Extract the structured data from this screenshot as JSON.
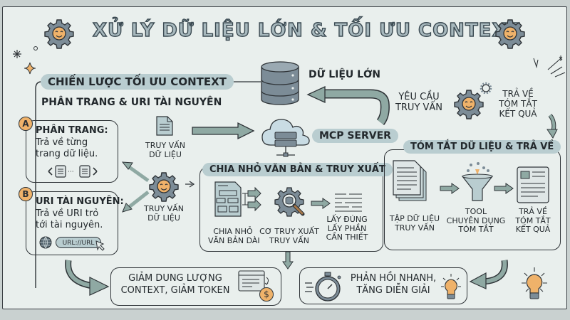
{
  "title": "XỬ LÝ DỮ LIỆU LỚN & TỐI ƯU CONTEXT",
  "colors": {
    "background": "#e9efed",
    "accent_teal": "#8fa9a3",
    "pill": "#b9cdd0",
    "gear": "#7c8c97",
    "face": "#efb26a",
    "outline": "#2f3438"
  },
  "strategy": {
    "heading": "CHIẾN LƯỢC TỐI ƯU CONTEXT",
    "subheading": "PHÂN TRANG & URI TÀI NGUYÊN",
    "pagination": {
      "badge": "A",
      "title": "PHÂN TRANG:",
      "line1": "Trả về từng",
      "line2": "trang dữ liệu.",
      "icon": "pages-icon"
    },
    "uri": {
      "badge": "B",
      "title": "URI TÀI NGUYÊN:",
      "line1": "Trả về URI trỏ",
      "line2": "tới tài nguyên.",
      "url_text": "URL://URL",
      "icon": "globe-icon"
    }
  },
  "database": {
    "label": "DỮ LIỆU LỚN",
    "icon": "database-icon"
  },
  "request": {
    "line1": "YÊU CẦU",
    "line2": "TRUY VẤN"
  },
  "return_summary": {
    "line1": "TRẢ VỀ",
    "line2": "TÓM TẮT",
    "line3": "KẾT QUẢ"
  },
  "mcp_server": {
    "label": "MCP SERVER",
    "icon": "cloud-server-icon"
  },
  "query_doc": {
    "line1": "TRUY VẤN",
    "line2": "DỮ LIỆU"
  },
  "query_gear": {
    "line1": "TRUY VẤN",
    "line2": "DỮ LIỆU"
  },
  "chunking": {
    "heading": "CHIA NHỎ VĂN BẢN & TRUY XUẤT",
    "step1": {
      "line1": "CHIA NHỎ",
      "line2": "VĂN BẢN DÀI"
    },
    "step2": {
      "line1": "CƠ TRUY XUẤT",
      "line2": "TRUY VẤN"
    },
    "step3": {
      "line1": "LẤY ĐÚNG",
      "line2": "LẤY PHẦN",
      "line3": "CẦN THIẾT"
    }
  },
  "summary": {
    "heading": "TÓM TẮT DỮ LIỆU & TRẢ VỀ",
    "step1": {
      "line1": "TẬP DỮ LIỆU",
      "line2": "TRUY VẤN"
    },
    "step2": {
      "line1": "TOOL",
      "line2": "CHUYÊN DỤNG",
      "line3": "TÓM TẮT"
    },
    "step3": {
      "line1": "TRẢ VỀ",
      "line2": "TÓM TẮT",
      "line3": "KẾT QUẢ"
    }
  },
  "outcomes": {
    "reduce": {
      "line1": "GIẢM DUNG LƯỢNG",
      "line2": "CONTEXT, GIẢM TOKEN",
      "coin": "$"
    },
    "fast": {
      "line1": "PHẢN HỒI NHANH,",
      "line2": "TĂNG DIỄN GIẢI"
    }
  }
}
